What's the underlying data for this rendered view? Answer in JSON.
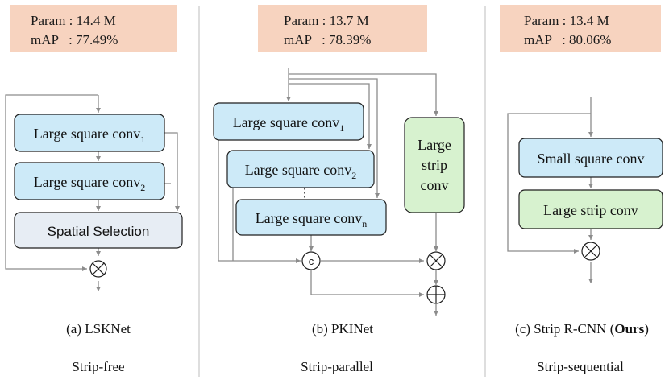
{
  "panels": [
    {
      "param": "Param : 14.4 M",
      "map": "mAP   : 77.49%",
      "blocks": [
        "Large square conv",
        "Large square conv",
        "Spatial Selection"
      ],
      "subs": [
        "1",
        "2"
      ],
      "caption": "(a) LSKNet",
      "category": "Strip-free"
    },
    {
      "param": "Param : 13.7 M",
      "map": "mAP   : 78.39%",
      "blocks": [
        "Large square conv",
        "Large square conv",
        "Large square conv"
      ],
      "subs": [
        "1",
        "2",
        "n"
      ],
      "strip_lines": [
        "Large",
        "strip",
        "conv"
      ],
      "dots": "⋮",
      "concat": "c",
      "caption": "(b) PKINet",
      "category": "Strip-parallel"
    },
    {
      "param": "Param : 13.4 M",
      "map": "mAP   : 80.06%",
      "blocks": [
        "Small square conv",
        "Large strip conv"
      ],
      "caption_pre": "(c) Strip R-CNN (",
      "caption_bold": "Ours",
      "caption_post": ")",
      "category": "Strip-sequential"
    }
  ],
  "colors": {
    "stat_box": "#f7d3bf",
    "conv_block": "#cdeaf8",
    "strip_block": "#d7f2cf",
    "selection_block": "#e7edf4",
    "wire": "#8c8c8c"
  }
}
